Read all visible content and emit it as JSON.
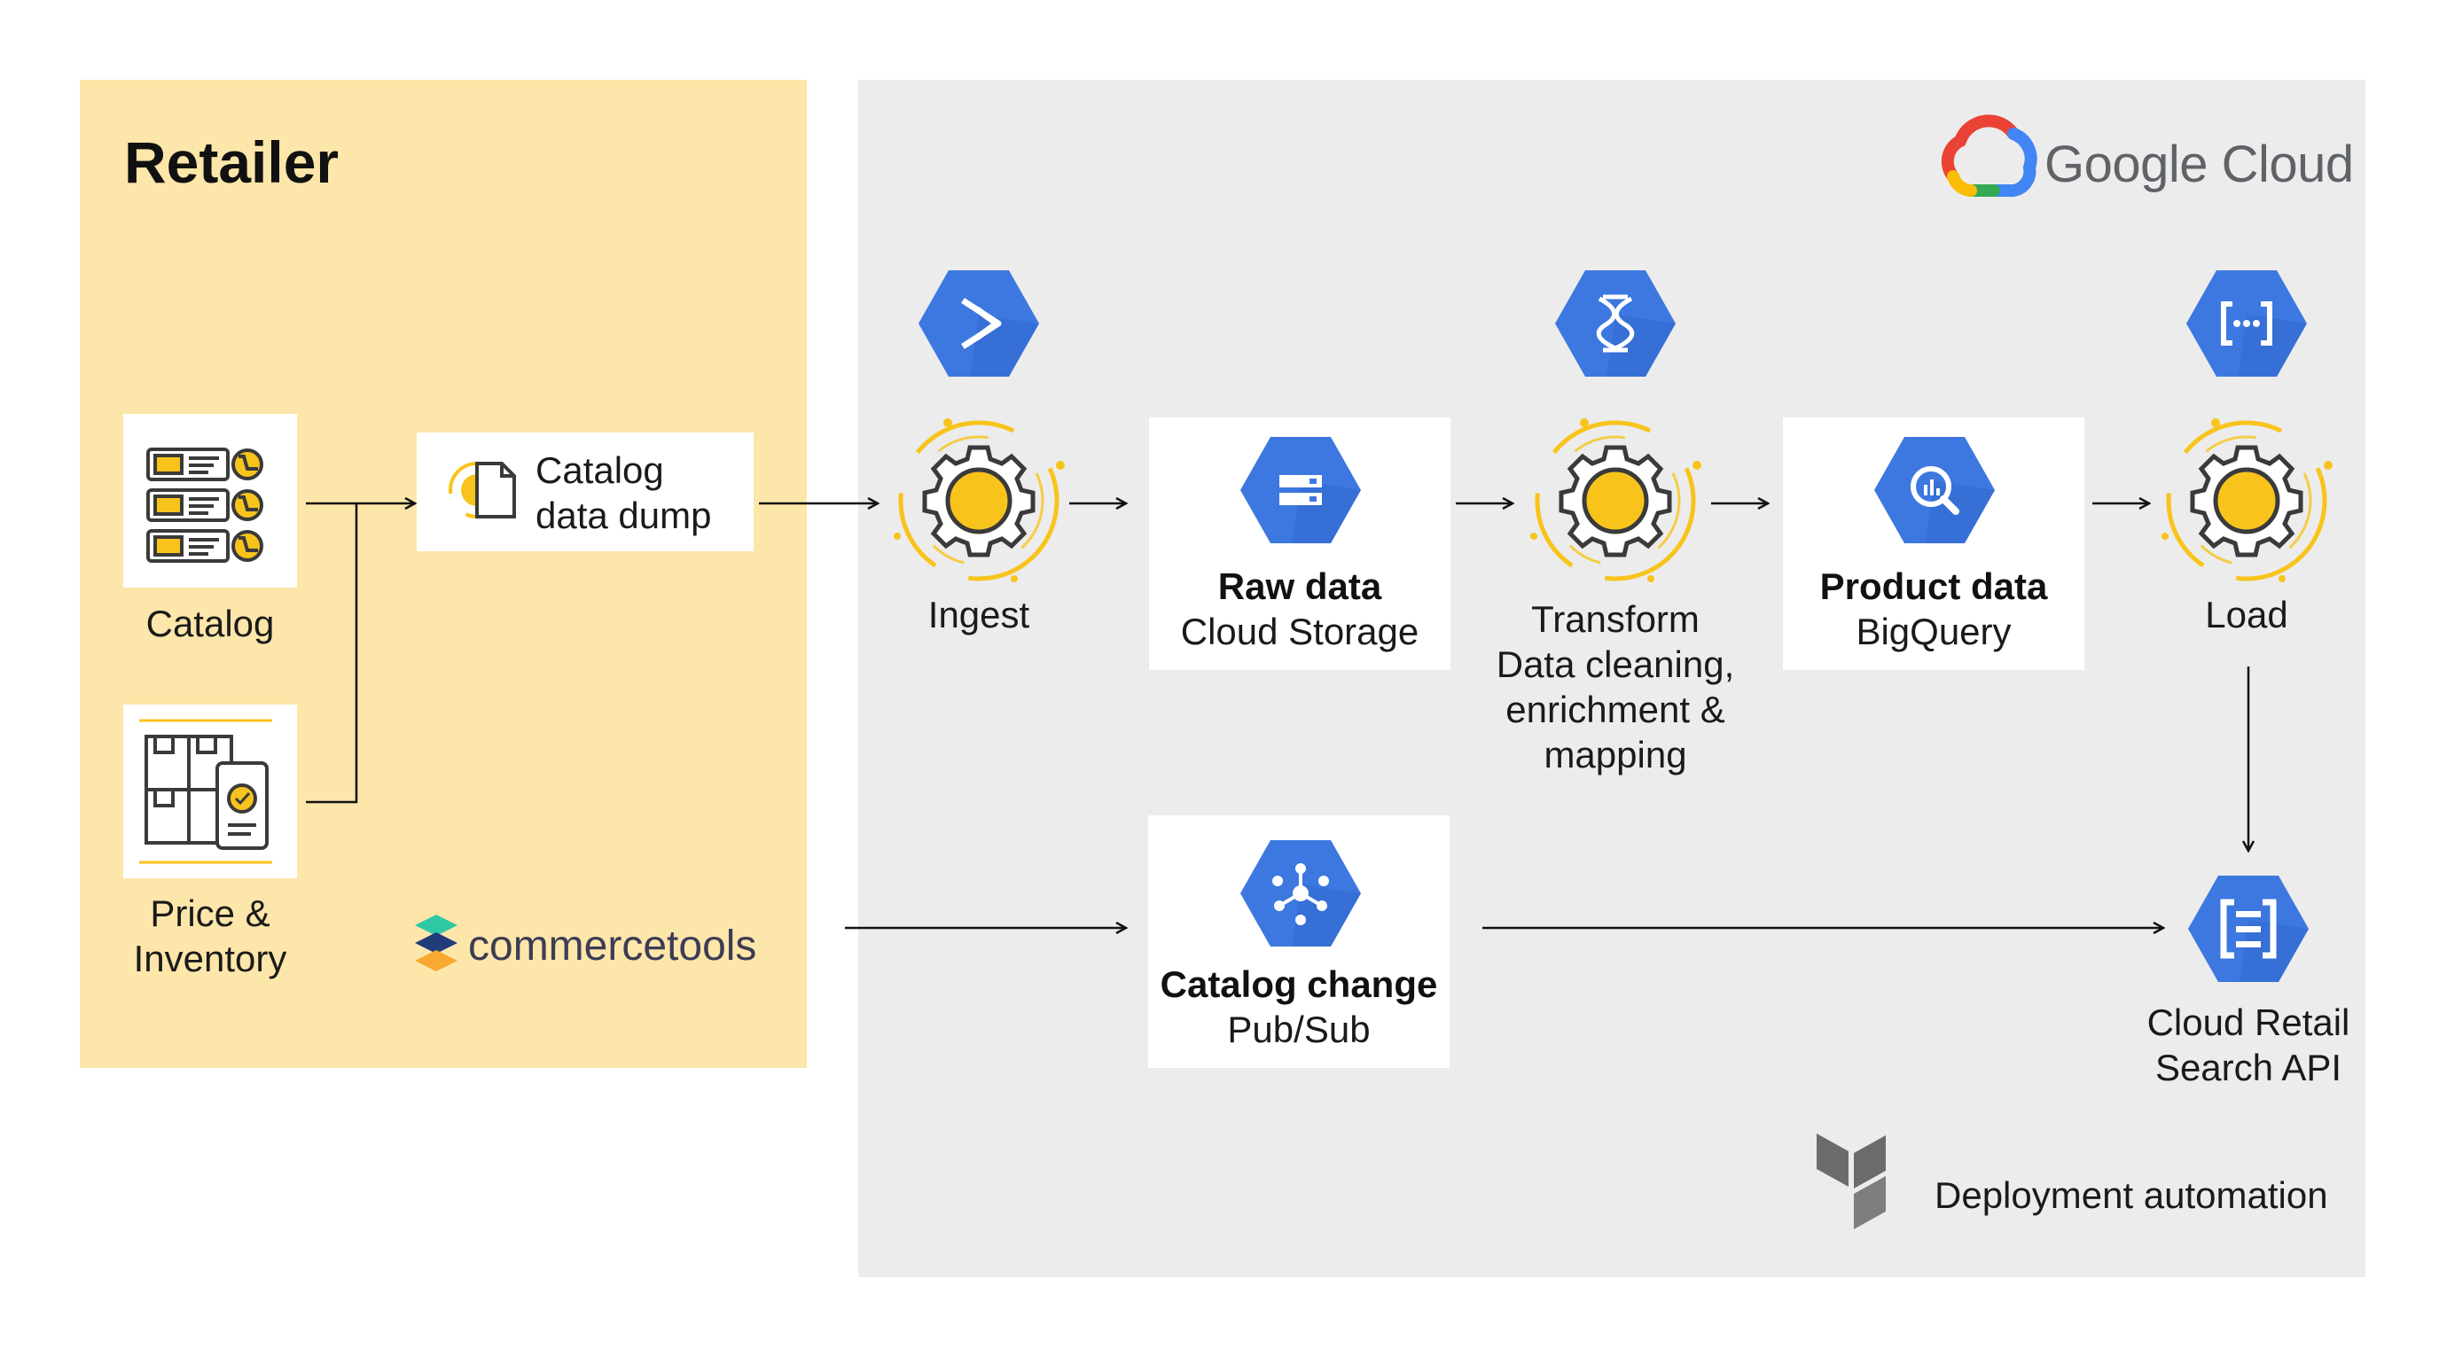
{
  "retailer": {
    "title": "Retailer",
    "catalog_label": "Catalog",
    "price_label_line1": "Price &",
    "price_label_line2": "Inventory",
    "dump_line1": "Catalog",
    "dump_line2": "data dump",
    "partner_brand": "commercetools"
  },
  "gcp": {
    "brand": "Google Cloud",
    "ingest_label": "Ingest",
    "raw_title": "Raw data",
    "raw_sub": "Cloud Storage",
    "transform_line1": "Transform",
    "transform_line2": "Data cleaning,",
    "transform_line3": "enrichment &",
    "transform_line4": "mapping",
    "product_title": "Product data",
    "product_sub": "BigQuery",
    "load_label": "Load",
    "change_title": "Catalog change",
    "change_sub": "Pub/Sub",
    "retail_line1": "Cloud Retail",
    "retail_line2": "Search API",
    "deploy_label": "Deployment automation"
  },
  "icons": {
    "ingest_service": "cloud-run-icon",
    "transform_service": "dataflow-icon",
    "load_service": "cloud-functions-icon",
    "storage": "cloud-storage-icon",
    "bigquery": "bigquery-icon",
    "pubsub": "pubsub-icon",
    "retail": "retail-api-icon",
    "terraform": "terraform-icon",
    "gear": "gear-icon"
  },
  "colors": {
    "retailer_bg": "#fde6a9",
    "gcloud_bg": "#ececec",
    "gcp_blue": "#3d78e0",
    "accent_yellow": "#f8c41c"
  }
}
